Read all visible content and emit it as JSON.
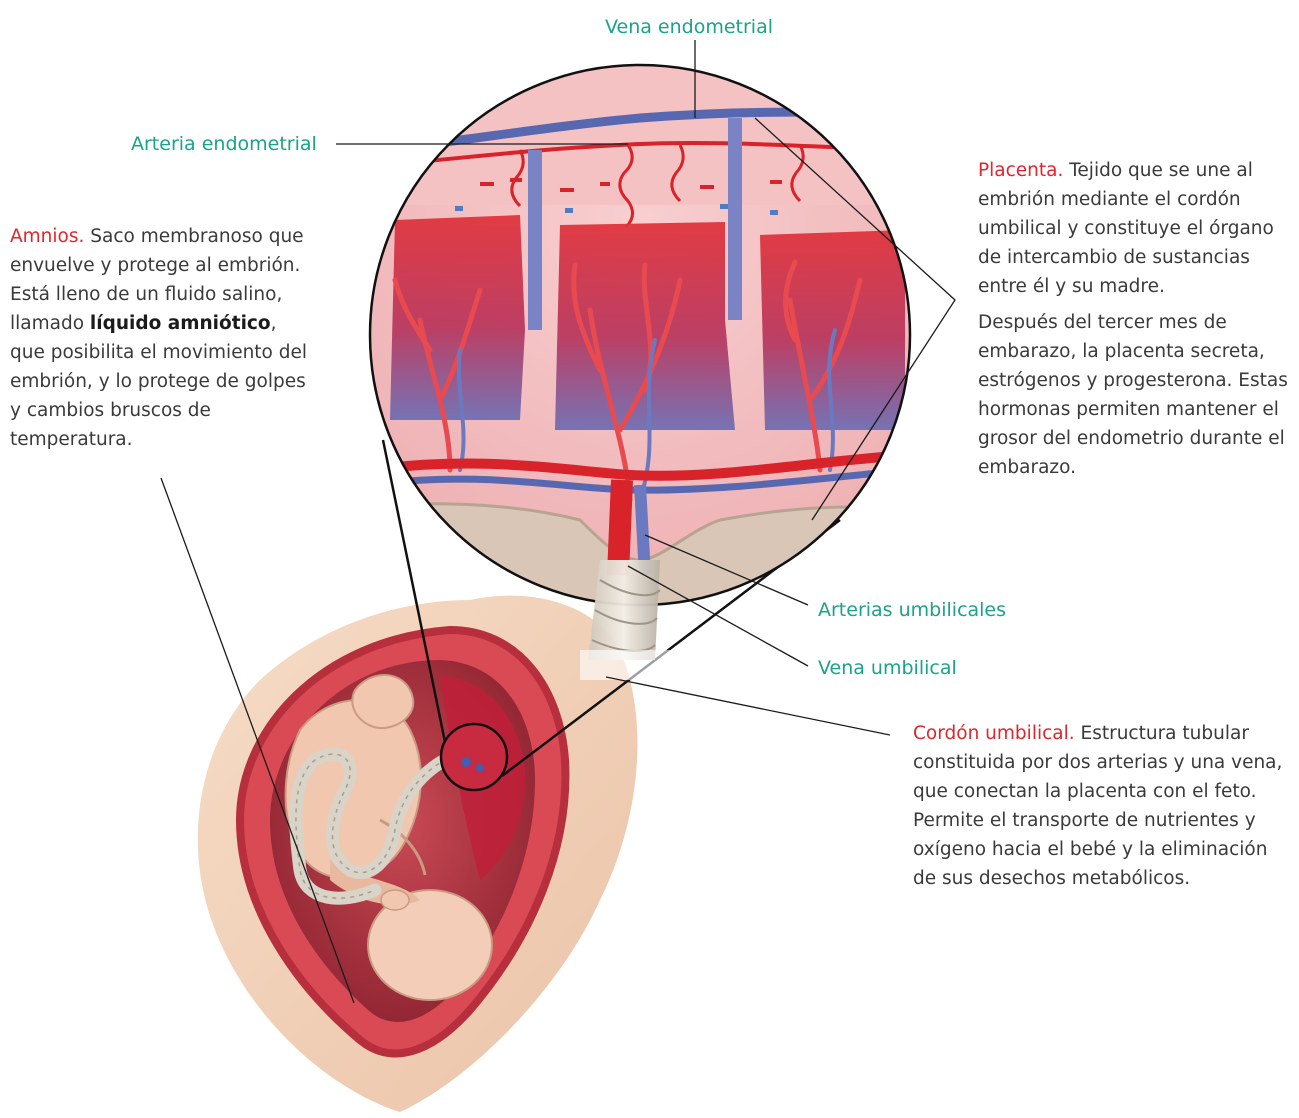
{
  "labels": {
    "vena_endometrial": "Vena endometrial",
    "arteria_endometrial": "Arteria endometrial",
    "arterias_umbilicales": "Arterias umbilicales",
    "vena_umbilical": "Vena umbilical"
  },
  "amnios": {
    "title": "Amnios.",
    "text1": " Saco membranoso que envuelve y protege al embrión. Está lleno de un fluido salino, llamado ",
    "bold": "líquido amniótico",
    "text2": ", que posibilita el movimiento del embrión, y lo protege de golpes y cambios bruscos de temperatura."
  },
  "placenta": {
    "title": "Placenta.",
    "text": " Tejido que se une al embrión mediante el cordón umbilical y constituye el órgano de intercambio de sustancias entre él y su madre.",
    "text_2": "Después del tercer mes de embarazo, la placenta secreta, estrógenos y progesterona. Estas hormonas permiten mantener el grosor del endometrio durante el embarazo."
  },
  "cordon": {
    "title": "Cordón umbilical.",
    "text": " Estructura tubular constituida por dos arterias y una vena, que conectan la placenta con el feto. Permite el transporte de nutrientes y oxígeno hacia el bebé y la eliminación de sus desechos metabólicos."
  },
  "colors": {
    "heading_red": "#e1252b",
    "label_teal": "#1aa38a",
    "artery_red": "#d8232a",
    "vein_blue": "#5868b0",
    "tissue_pink": "#f2b2b4"
  }
}
